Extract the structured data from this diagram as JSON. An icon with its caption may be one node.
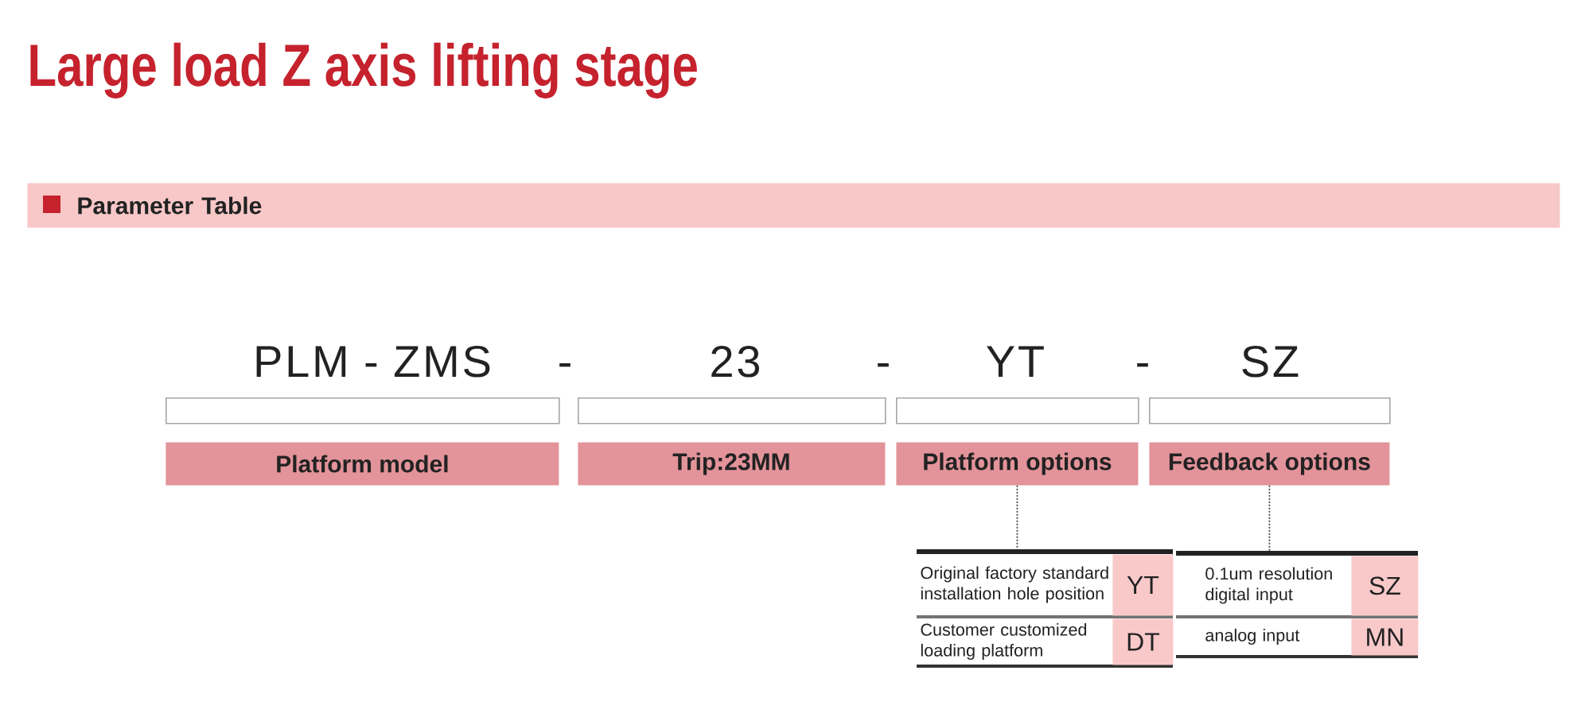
{
  "diagram": {
    "title": "Large load Z axis lifting stage",
    "nodes": [
      {
        "text": [
          "Parameter Table"
        ]
      },
      {
        "text": [],
        "shape": "box"
      },
      {
        "text": [],
        "shape": "box"
      },
      {
        "text": [],
        "shape": "box"
      },
      {
        "text": [],
        "shape": "box"
      },
      {
        "text": [
          "Platform model"
        ]
      },
      {
        "text": [
          "Trip:23MM"
        ]
      },
      {
        "text": [
          "Platform options"
        ]
      },
      {
        "text": [
          "Feedback options"
        ]
      },
      {
        "text": [
          "Original factory standard installation hole position",
          "YT",
          "Customer customized loading platform",
          "DT"
        ]
      },
      {
        "text": [
          "0.1um resolution digital input",
          "SZ",
          "analog input",
          "MN"
        ]
      }
    ],
    "edges": [
      {
        "from": 7,
        "to": 9,
        "arrow": "none",
        "style": "dashed"
      },
      {
        "from": 8,
        "to": 10,
        "arrow": "none",
        "style": "dashed"
      }
    ],
    "labels": [
      "PLM - ZMS",
      "-",
      "23",
      "-",
      "YT",
      "-",
      "SZ"
    ]
  }
}
